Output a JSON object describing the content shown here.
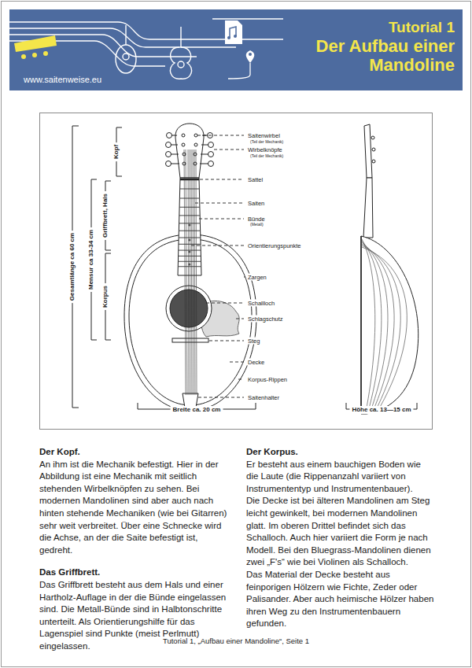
{
  "diagram": {
    "nodes": [
      {
        "text": [
          "Tutorial 1",
          "Der Aufbau einer Mandoline",
          "www.saitenweise.eu"
        ]
      }
    ],
    "labels": [
      "Saitenwirbel",
      "(Teil der Mechanik)",
      "Wirbelknöpfe",
      "(Teil der Mechanik)",
      "Sattel",
      "Saiten",
      "Bünde",
      "(Metall)",
      "Orientierungspunkte",
      "Zargen",
      "Schallloch",
      "Schlagschutz",
      "Steg",
      "Decke",
      "Korpus-Rippen",
      "Saitenhalter",
      "Gesamtlänge ca 60 cm",
      "Mensur ca 33-34 cm",
      "Kopf",
      "Griffbrett, Hals",
      "Korpus",
      "Breite ca. 20 cm",
      "Höhe ca. 13—15 cm",
      "Der Kopf.",
      "An ihm ist die Mechanik befestigt. Hier in der Abbildung ist eine Mechanik mit seitlich stehenden Wirbelknöpfen zu sehen. Bei modernen Mandolinen sind aber auch nach hinten stehende Mechaniken (wie bei Gitarren) sehr weit verbreitet. Über eine Schnecke wird die Achse, an der die Saite befestigt ist, gedreht.",
      "Das Griffbrett.",
      "Das Griffbrett besteht aus dem Hals und einer Hartholz-Auflage in der die Bünde eingelassen sind. Die Metall-Bünde sind in Halbtonschritte unterteilt. Als Orientierungshilfe für das Lagenspiel sind Punkte (meist Perlmutt) eingelassen.",
      "Der Korpus.",
      "Er besteht aus einem bauchigen Boden wie die Laute (die Rippenanzahl variiert von Instrumententyp und Instrumentenbauer).",
      "Die Decke ist bei älteren Mandolinen am Steg leicht gewinkelt, bei modernen Mandolinen glatt. Im oberen Drittel befindet sich das Schalloch. Auch hier variiert die Form je nach Modell. Bei den Bluegrass-Mandolinen dienen zwei „F's“ wie bei Violinen als Schalloch.",
      "Das Material der Decke besteht aus feinporigen Hölzern wie Fichte, Zeder oder Palisander. Aber auch heimische Hölzer haben ihren Weg zu den Instrumentenbauern gefunden.",
      "Tutorial 1, „Aufbau einer Mandoline“, Seite 1"
    ]
  }
}
